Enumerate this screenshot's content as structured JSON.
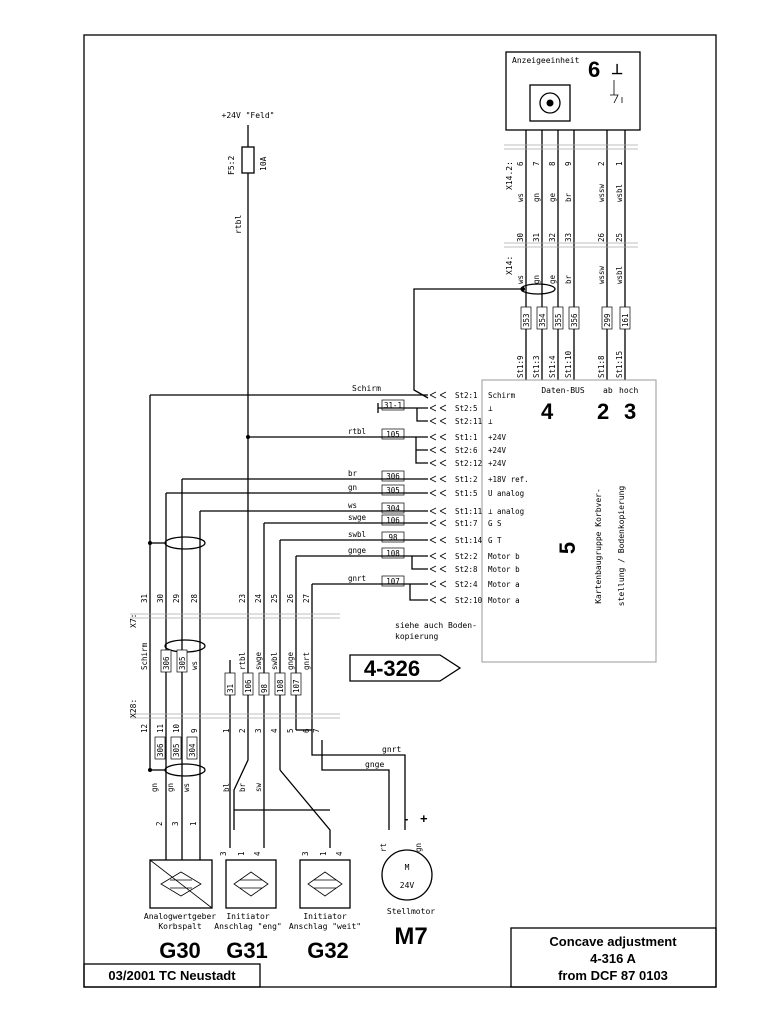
{
  "footer": {
    "left": "03/2001 TC Neustadt",
    "title": "Concave adjustment",
    "code": "4-316 A",
    "from": "from DCF 87 0103"
  },
  "display_unit": {
    "label": "Anzeigeeinheit",
    "number": "6"
  },
  "supply": {
    "label": "+24V \"Feld\"",
    "fuse": "F5:2",
    "fuse_rating": "10A",
    "wire": "rtbl"
  },
  "connectors": {
    "x14_2": "X14.2:",
    "x14": "X14:",
    "x7": "X7:",
    "x28": "X28:",
    "x14_2_pins": [
      "6",
      "7",
      "8",
      "9",
      "2",
      "1"
    ],
    "x14_pins": [
      "30",
      "31",
      "32",
      "33",
      "26",
      "25"
    ],
    "x14_wires": [
      "ws",
      "gn",
      "ge",
      "br",
      "wssw",
      "wsbl"
    ],
    "x14_codes": [
      "353",
      "354",
      "355",
      "356",
      "299",
      "161"
    ],
    "st_top": [
      "St1:9",
      "St1:3",
      "St1:4",
      "St1:10",
      "St1:8",
      "St1:15"
    ],
    "x7_pins": [
      "31",
      "30",
      "29",
      "28",
      "23",
      "24",
      "25",
      "26",
      "27"
    ],
    "x7_wires": [
      "Schirm",
      "306",
      "305",
      "ws",
      "rtbl",
      "swge",
      "swbl",
      "gnge",
      "gnrt"
    ],
    "x28_top": [
      "31",
      "106",
      "98",
      "108",
      "107"
    ],
    "x28_pins": [
      "12",
      "11",
      "10",
      "9",
      "1",
      "2",
      "3",
      "4",
      "5",
      "6",
      "7"
    ],
    "x28_codes": [
      "306",
      "305",
      "304"
    ],
    "bottom_wires": [
      "gn",
      "gn",
      "ws",
      "bl",
      "br",
      "sw"
    ],
    "g30_pins": [
      "2",
      "3",
      "1"
    ],
    "g31_pins": [
      "3",
      "1",
      "4"
    ],
    "g32_pins": [
      "3",
      "1",
      "4"
    ],
    "m7_pins": [
      "-",
      "+"
    ]
  },
  "module": {
    "number": "5",
    "title_line1": "Kartenbaugruppe Korbver-",
    "title_line2": "stellung / Bodenkopierung",
    "bus_label": "Daten-BUS",
    "ab_label": "ab",
    "hoch_label": "hoch",
    "n4": "4",
    "n2": "2",
    "n3": "3",
    "note_line1": "siehe auch Boden-",
    "note_line2": "kopierung",
    "pins": [
      {
        "pin": "St2:1",
        "label": "Schirm",
        "wire": "Schirm",
        "code": ""
      },
      {
        "pin": "St2:5",
        "label": "⊥",
        "wire": "",
        "code": "31-1"
      },
      {
        "pin": "St2:11",
        "label": "⊥",
        "wire": "",
        "code": ""
      },
      {
        "pin": "St1:1",
        "label": "+24V",
        "wire": "rtbl",
        "code": "105"
      },
      {
        "pin": "St2:6",
        "label": "+24V",
        "wire": "",
        "code": ""
      },
      {
        "pin": "St2:12",
        "label": "+24V",
        "wire": "",
        "code": ""
      },
      {
        "pin": "St1:2",
        "label": "+18V ref.",
        "wire": "br",
        "code": "306"
      },
      {
        "pin": "St1:5",
        "label": "U analog",
        "wire": "gn",
        "code": "305"
      },
      {
        "pin": "St1:11",
        "label": "⊥ analog",
        "wire": "ws",
        "code": "304"
      },
      {
        "pin": "St1:7",
        "label": "G S",
        "wire": "swge",
        "code": "106"
      },
      {
        "pin": "St1:14",
        "label": "G T",
        "wire": "swbl",
        "code": "98"
      },
      {
        "pin": "St2:2",
        "label": "Motor b",
        "wire": "gnge",
        "code": "108"
      },
      {
        "pin": "St2:8",
        "label": "Motor b",
        "wire": "",
        "code": ""
      },
      {
        "pin": "St2:4",
        "label": "Motor a",
        "wire": "gnrt",
        "code": "107"
      },
      {
        "pin": "St2:10",
        "label": "Motor a",
        "wire": "",
        "code": ""
      }
    ]
  },
  "crossref": "4-326",
  "motor_wires": [
    "gnrt",
    "gnge"
  ],
  "motor_pin_labels": [
    "rt",
    "gn"
  ],
  "components": [
    {
      "id": "G30",
      "line1": "Analogwertgeber",
      "line2": "Korbspalt"
    },
    {
      "id": "G31",
      "line1": "Initiator",
      "line2": "Anschlag \"eng\""
    },
    {
      "id": "G32",
      "line1": "Initiator",
      "line2": "Anschlag \"weit\""
    },
    {
      "id": "M7",
      "line1": "Stellmotor",
      "line2": "",
      "motor_label": "M",
      "motor_voltage": "24V"
    }
  ]
}
